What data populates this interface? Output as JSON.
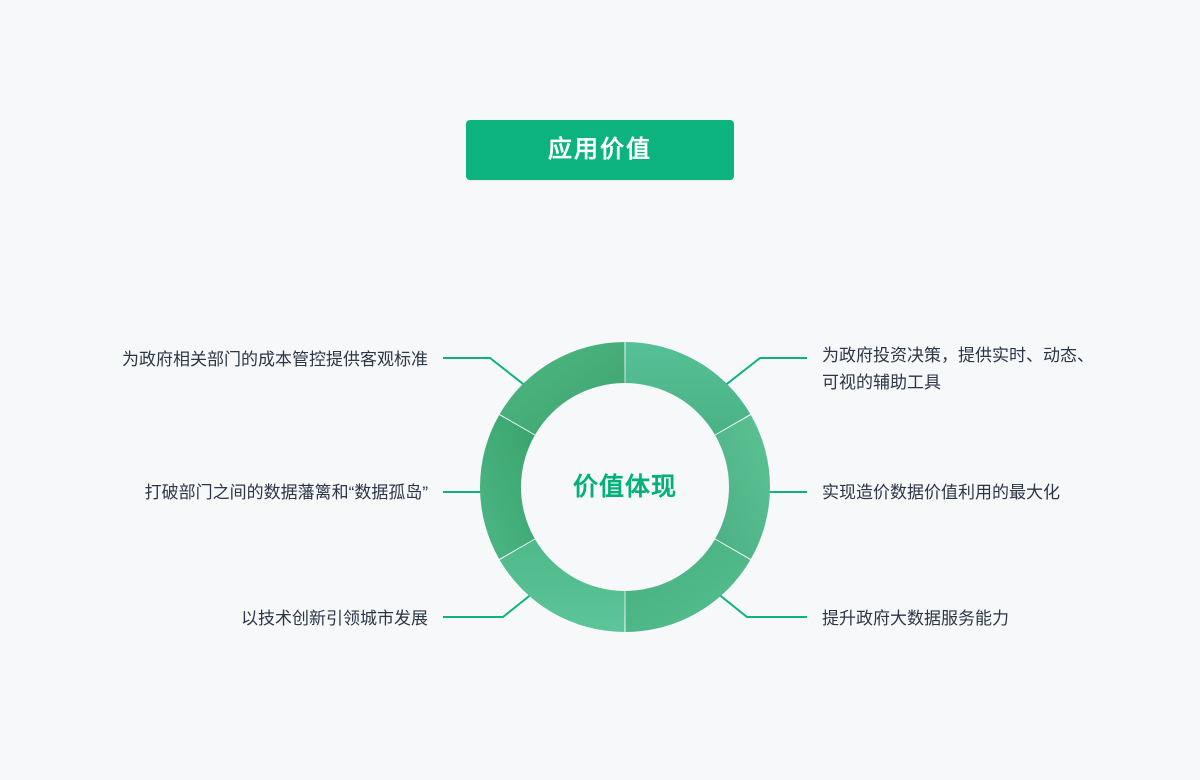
{
  "page": {
    "background_color": "#f7f8fa",
    "text_color": "#2b3647"
  },
  "banner": {
    "label": "应用价值",
    "background_color": "#0cb37e",
    "text_color": "#ffffff"
  },
  "donut": {
    "center_label": "价值体现",
    "center_label_color": "#00b278",
    "segment_colors": [
      "#45a873",
      "#4dbd8c",
      "#56bb8c",
      "#4aba87",
      "#3ea771",
      "#52c193"
    ],
    "outer_radius": 145,
    "inner_radius": 104,
    "segment_count": 6
  },
  "connector": {
    "color": "#0cb37e",
    "width": 2
  },
  "callouts": {
    "left": [
      {
        "text": "为政府相关部门的成本管控提供客观标准"
      },
      {
        "text": "打破部门之间的数据藩篱和“数据孤岛”"
      },
      {
        "text": "以技术创新引领城市发展"
      }
    ],
    "right": [
      {
        "text": "为政府投资决策，提供实时、动态、\n可视的辅助工具"
      },
      {
        "text": "实现造价数据价值利用的最大化"
      },
      {
        "text": "提升政府大数据服务能力"
      }
    ]
  },
  "chart_data": {
    "type": "pie",
    "title": "应用价值",
    "center_label": "价值体现",
    "categories": [
      "为政府投资决策，提供实时、动态、可视的辅助工具",
      "实现造价数据价值利用的最大化",
      "提升政府大数据服务能力",
      "以技术创新引领城市发展",
      "打破部门之间的数据藩篱和“数据孤岛”",
      "为政府相关部门的成本管控提供客观标准"
    ],
    "values": [
      1,
      1,
      1,
      1,
      1,
      1
    ],
    "xlabel": "",
    "ylabel": "",
    "legend_position": "outside-both-sides",
    "grid": false
  }
}
